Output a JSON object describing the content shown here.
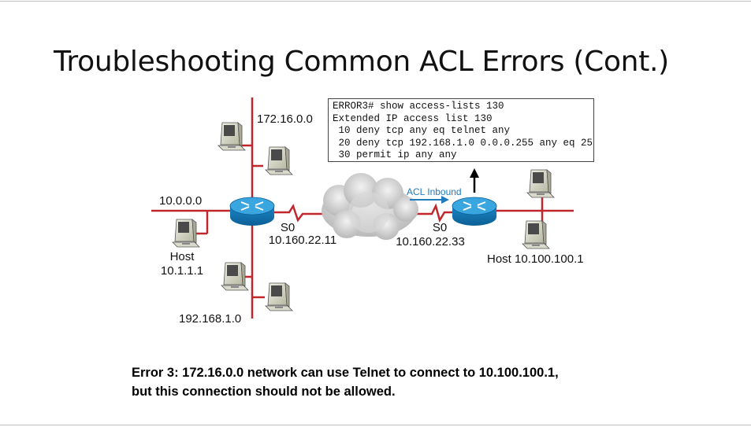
{
  "slide": {
    "title": "Troubleshooting Common ACL Errors (Cont.)"
  },
  "diagram": {
    "networks": {
      "top": "172.16.0.0",
      "left": "10.0.0.0",
      "bottom": "192.168.1.0"
    },
    "left_router": {
      "interface": "S0",
      "ip": "10.160.22.11"
    },
    "right_router": {
      "interface": "S0",
      "ip": "10.160.22.33"
    },
    "left_host": {
      "label_line1": "Host",
      "label_line2": "10.1.1.1"
    },
    "right_host": {
      "label": "Host 10.100.100.1"
    },
    "acl_direction_label": "ACL Inbound",
    "acl_output": [
      "ERROR3# show access-lists 130",
      "Extended IP access list 130",
      " 10 deny tcp any eq telnet any",
      " 20 deny tcp 192.168.1.0 0.0.0.255 any eq 25",
      " 30 permit ip any any"
    ],
    "colors": {
      "link": "#c0262c",
      "router": "#1c8fd0",
      "acl_label": "#1f7bbd"
    }
  },
  "caption": {
    "line1": "Error 3: 172.16.0.0 network can use Telnet to connect to 10.100.100.1,",
    "line2": "but this connection should not be allowed."
  }
}
